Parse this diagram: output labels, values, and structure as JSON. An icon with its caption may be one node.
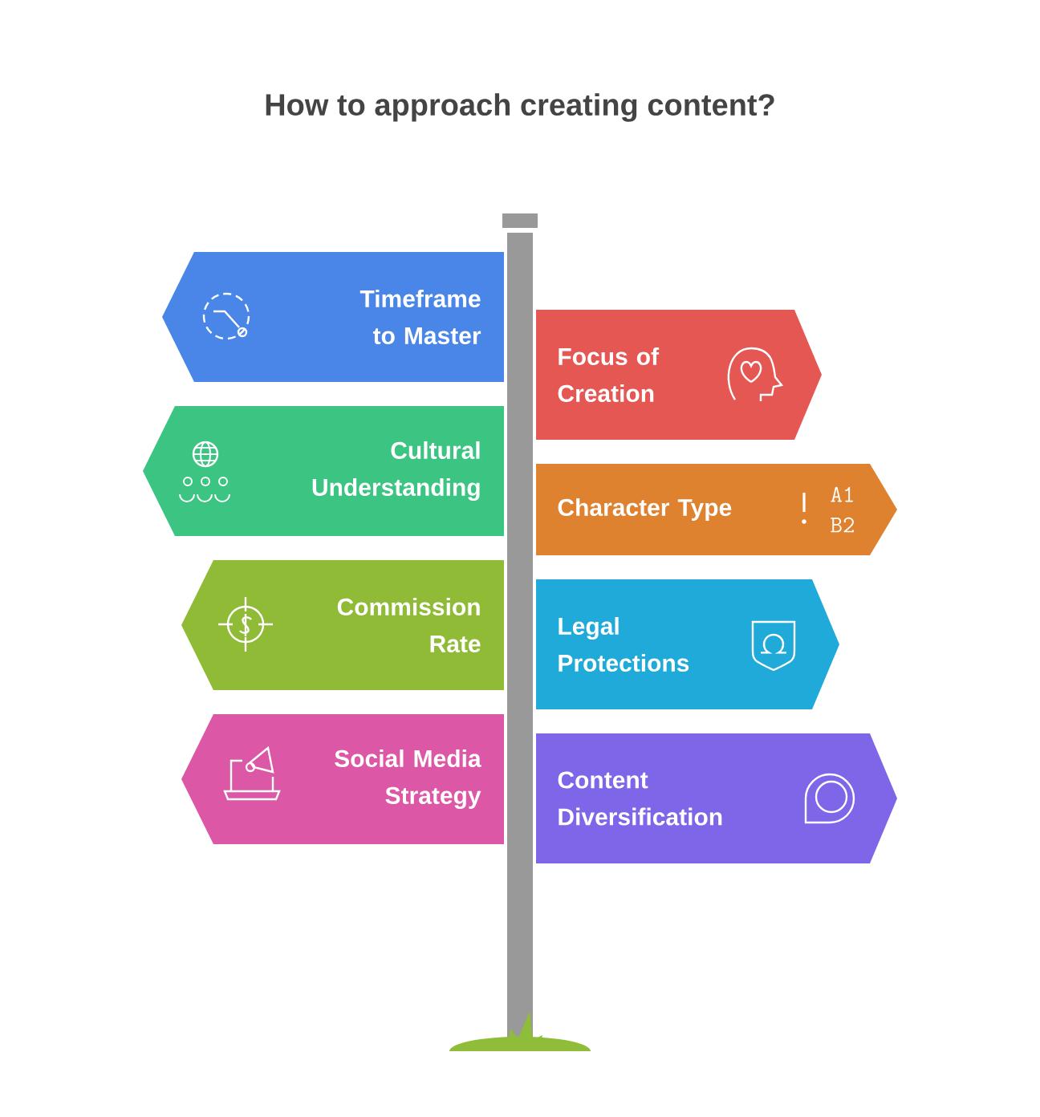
{
  "diagram": {
    "title": "How to approach creating content?",
    "nodes": [
      {
        "text": [
          "Timeframe to Master"
        ]
      },
      {
        "text": [
          "Focus of Creation"
        ]
      },
      {
        "text": [
          "Cultural Understanding"
        ]
      },
      {
        "text": [
          "Character Type"
        ]
      },
      {
        "text": [
          "Commission Rate"
        ]
      },
      {
        "text": [
          "Legal Protections"
        ]
      },
      {
        "text": [
          "Social Media Strategy"
        ]
      },
      {
        "text": [
          "Content Diversification"
        ]
      }
    ],
    "labels": [
      "A1",
      "B2"
    ]
  }
}
